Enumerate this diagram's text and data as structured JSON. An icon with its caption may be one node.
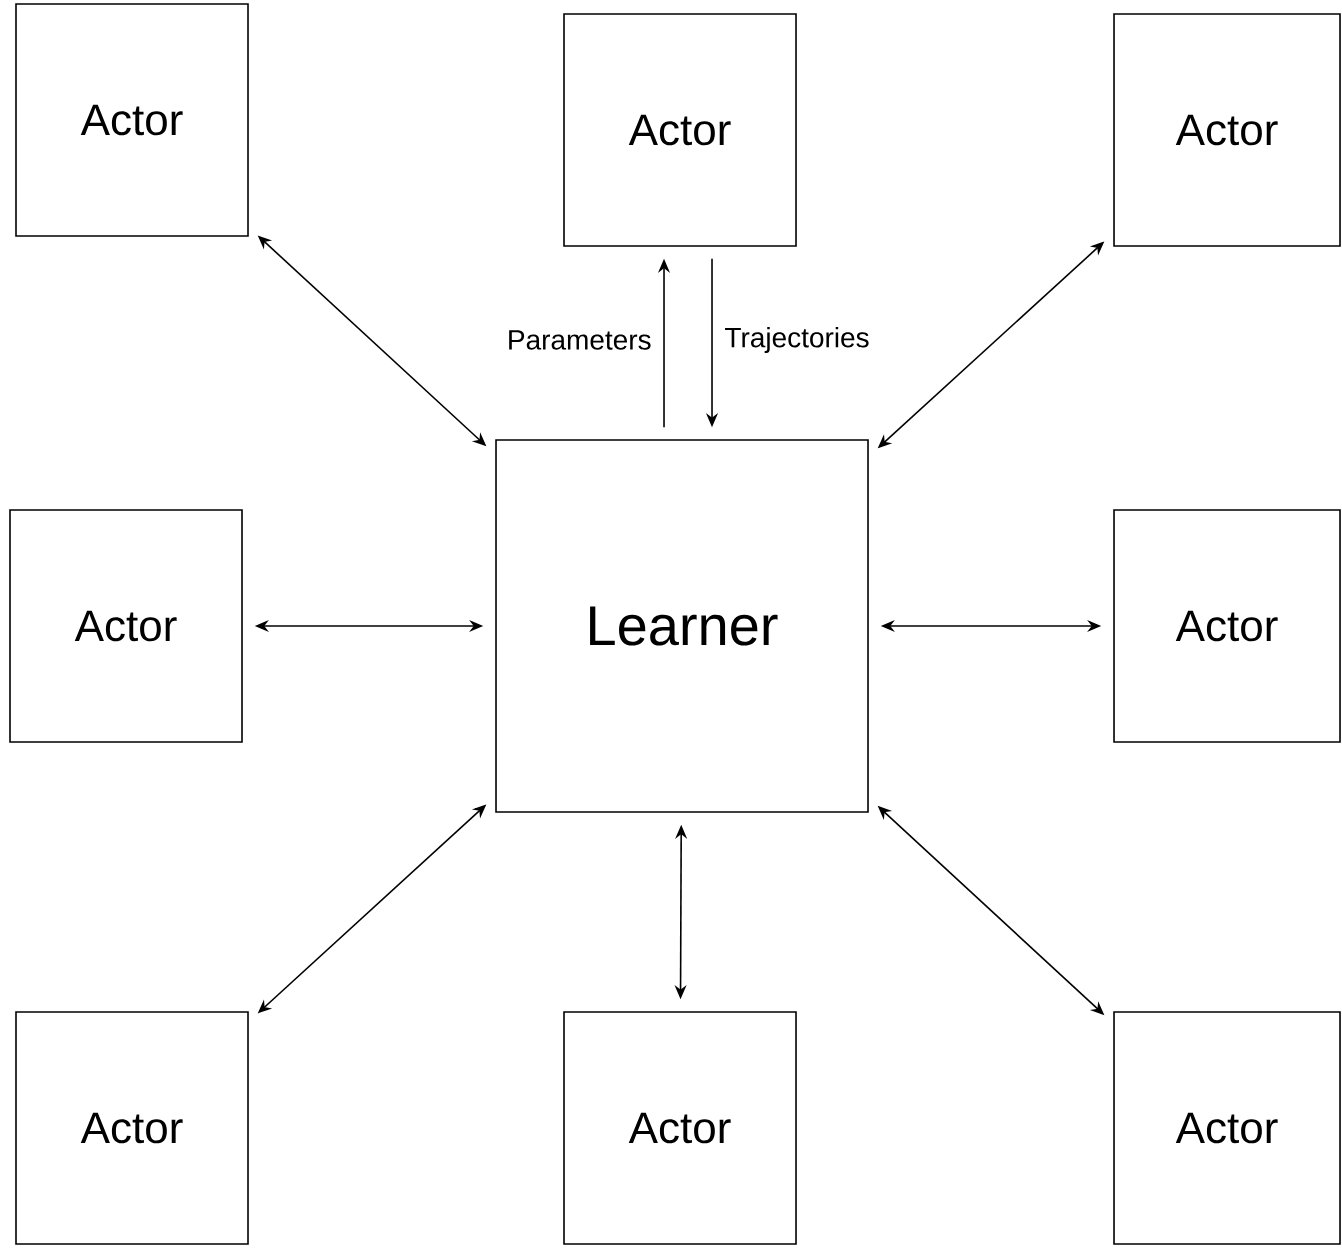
{
  "diagram": {
    "nodes": [
      {
        "text": [
          "Actor"
        ]
      },
      {
        "text": [
          "Actor"
        ]
      },
      {
        "text": [
          "Actor"
        ]
      },
      {
        "text": [
          "Actor"
        ]
      },
      {
        "text": [
          "Learner"
        ]
      },
      {
        "text": [
          "Actor"
        ]
      },
      {
        "text": [
          "Actor"
        ]
      },
      {
        "text": [
          "Actor"
        ]
      },
      {
        "text": [
          "Actor"
        ]
      }
    ],
    "edges": [
      {
        "from": 0,
        "to": 4,
        "arrow": "both"
      },
      {
        "from": 4,
        "to": 1,
        "arrow": "to",
        "label": "Parameters"
      },
      {
        "from": 1,
        "to": 4,
        "arrow": "to",
        "label": "Trajectories"
      },
      {
        "from": 2,
        "to": 4,
        "arrow": "both"
      },
      {
        "from": 3,
        "to": 4,
        "arrow": "both"
      },
      {
        "from": 5,
        "to": 4,
        "arrow": "both"
      },
      {
        "from": 6,
        "to": 4,
        "arrow": "both"
      },
      {
        "from": 7,
        "to": 4,
        "arrow": "both"
      },
      {
        "from": 8,
        "to": 4,
        "arrow": "both"
      }
    ]
  }
}
